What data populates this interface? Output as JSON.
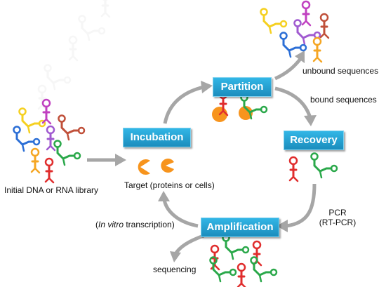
{
  "steps": {
    "incubation": "Incubation",
    "partition": "Partition",
    "recovery": "Recovery",
    "amplification": "Amplification"
  },
  "labels": {
    "library": "Initial DNA or RNA library",
    "target": "Target (proteins or cells)",
    "unbound": "unbound sequences",
    "bound": "bound sequences",
    "pcr_line1": "PCR",
    "pcr_line2": "(RT-PCR)",
    "ivt_open": "(",
    "ivt_italic": "In vitro",
    "ivt_rest": " transcription)",
    "sequencing": "sequencing"
  },
  "colors": {
    "step_box": "#1b8dbd",
    "arrow": "#a6a6a6",
    "target": "#f7941d",
    "red_aptamer": "#e02d2d",
    "green_aptamer": "#2aa84a"
  }
}
